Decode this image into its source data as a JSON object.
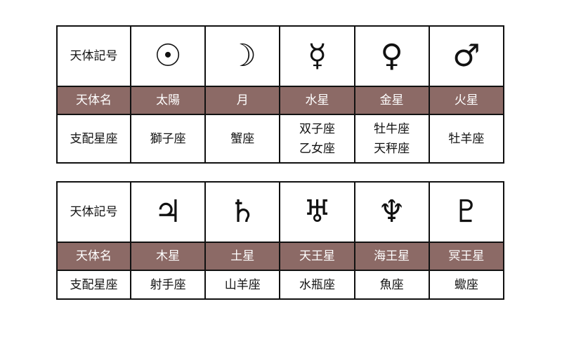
{
  "labels": {
    "symbol": "天体記号",
    "name": "天体名",
    "rules": "支配星座"
  },
  "header_color": "#8c6a66",
  "tables": [
    {
      "planets": [
        {
          "symbol": "☉",
          "icon": "sun-symbol",
          "name": "太陽",
          "signs": [
            "獅子座"
          ]
        },
        {
          "symbol": "☽",
          "icon": "moon-symbol",
          "name": "月",
          "signs": [
            "蟹座"
          ]
        },
        {
          "symbol": "☿",
          "icon": "mercury-symbol",
          "name": "水星",
          "signs": [
            "双子座",
            "乙女座"
          ]
        },
        {
          "symbol": "♀",
          "icon": "venus-symbol",
          "name": "金星",
          "signs": [
            "牡牛座",
            "天秤座"
          ]
        },
        {
          "symbol": "♂",
          "icon": "mars-symbol",
          "name": "火星",
          "signs": [
            "牡羊座"
          ]
        }
      ]
    },
    {
      "planets": [
        {
          "symbol": "♃",
          "icon": "jupiter-symbol",
          "name": "木星",
          "signs": [
            "射手座"
          ]
        },
        {
          "symbol": "♄",
          "icon": "saturn-symbol",
          "name": "土星",
          "signs": [
            "山羊座"
          ]
        },
        {
          "symbol": "♅",
          "icon": "uranus-symbol",
          "name": "天王星",
          "signs": [
            "水瓶座"
          ]
        },
        {
          "symbol": "♆",
          "icon": "neptune-symbol",
          "name": "海王星",
          "signs": [
            "魚座"
          ]
        },
        {
          "symbol": "♇",
          "icon": "pluto-symbol",
          "name": "冥王星",
          "signs": [
            "蠍座"
          ]
        }
      ]
    }
  ]
}
